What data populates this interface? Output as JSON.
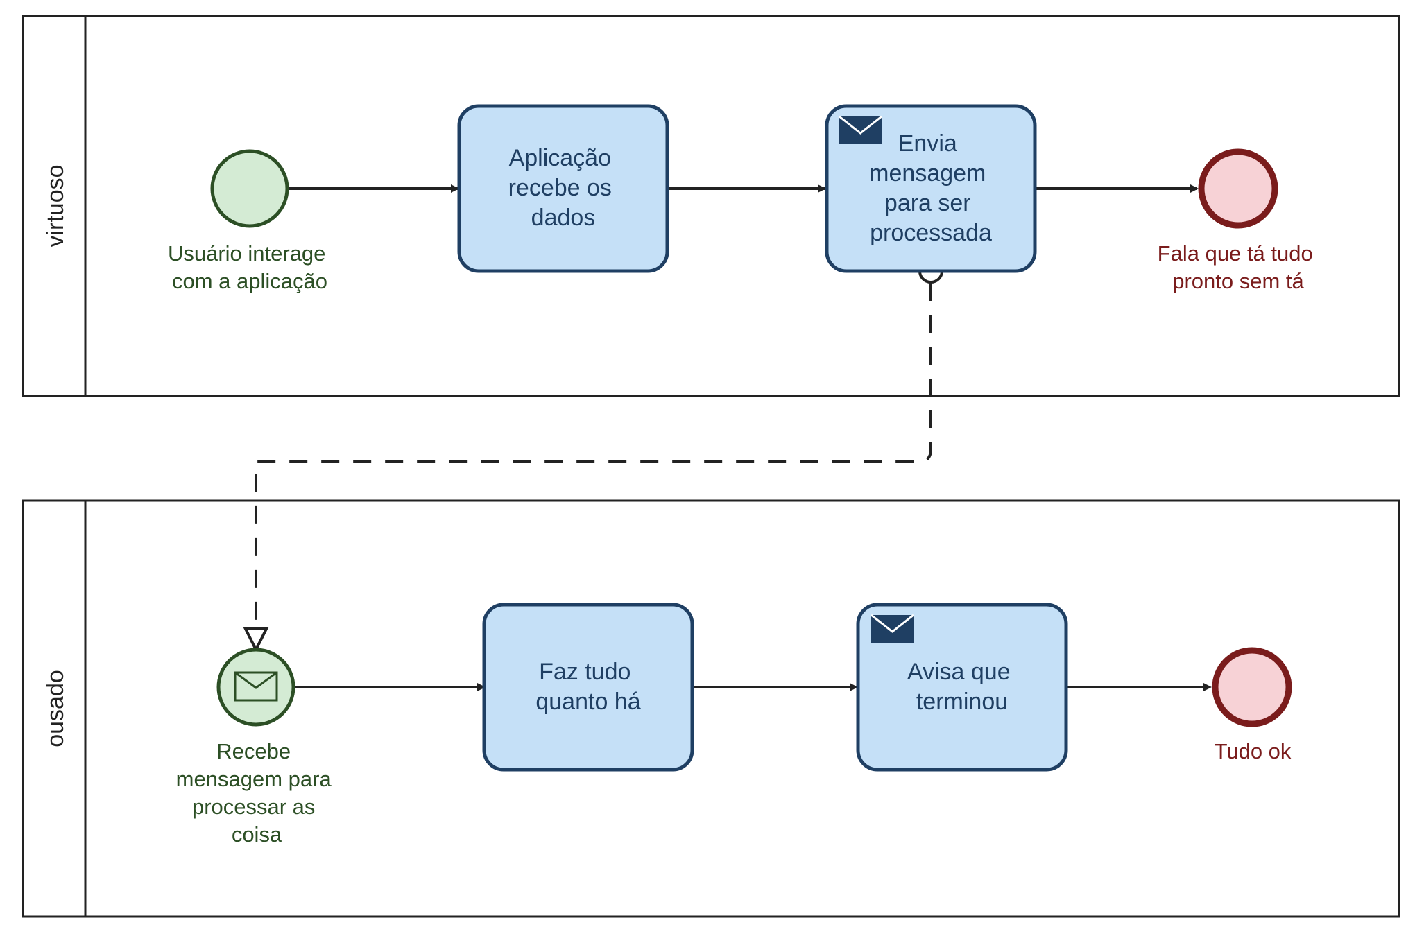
{
  "pools": [
    {
      "label": "virtuoso"
    },
    {
      "label": "ousado"
    }
  ],
  "events": {
    "start_virtuoso": {
      "lines": [
        "Usuário interage",
        "com a aplicação"
      ]
    },
    "end_virtuoso": {
      "lines": [
        "Fala que tá tudo",
        "pronto sem tá"
      ]
    },
    "start_ousado": {
      "lines": [
        "Recebe",
        "mensagem para",
        "processar as",
        "coisa"
      ],
      "icon": "envelope-icon"
    },
    "end_ousado": {
      "lines": [
        "Tudo ok"
      ]
    }
  },
  "tasks": {
    "aplicacao_recebe": {
      "lines": [
        "Aplicação",
        "recebe os",
        "dados"
      ]
    },
    "envia_mensagem": {
      "lines": [
        "Envia",
        "mensagem",
        "para ser",
        "processada"
      ],
      "icon": "envelope-icon"
    },
    "faz_tudo": {
      "lines": [
        "Faz tudo",
        "quanto há"
      ]
    },
    "avisa_terminou": {
      "lines": [
        "Avisa que",
        "terminou"
      ],
      "icon": "envelope-icon"
    }
  },
  "colors": {
    "task_fill": "#c5e0f7",
    "task_stroke": "#1f3f63",
    "start_fill": "#d4ebd4",
    "start_stroke": "#2c4f25",
    "end_fill": "#f7d2d6",
    "end_stroke": "#7a1c1c"
  }
}
